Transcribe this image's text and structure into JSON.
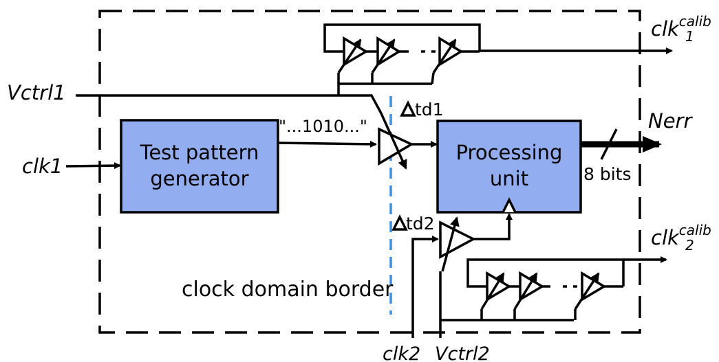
{
  "blocks": {
    "test_pattern_generator": {
      "line1": "Test pattern",
      "line2": "generator"
    },
    "processing_unit": {
      "line1": "Processing",
      "line2": "unit"
    }
  },
  "signals": {
    "vctrl1": "Vctrl1",
    "clk1": "clk1",
    "clk2": "clk2",
    "vctrl2": "Vctrl2",
    "nerr": "Nerr",
    "clk_calib_1": {
      "base": "clk",
      "sup": "calib",
      "sub": "1"
    },
    "clk_calib_2": {
      "base": "clk",
      "sup": "calib",
      "sub": "2"
    }
  },
  "annotations": {
    "pattern": "\"...1010...\"",
    "td1": "td1",
    "td2": "td2",
    "bus_width": "8 bits",
    "domain_border": "clock domain border",
    "chain_dots": "..."
  },
  "colors": {
    "block_fill": "#92aef0",
    "border_line": "#3a8ee6",
    "stroke": "#000000"
  }
}
